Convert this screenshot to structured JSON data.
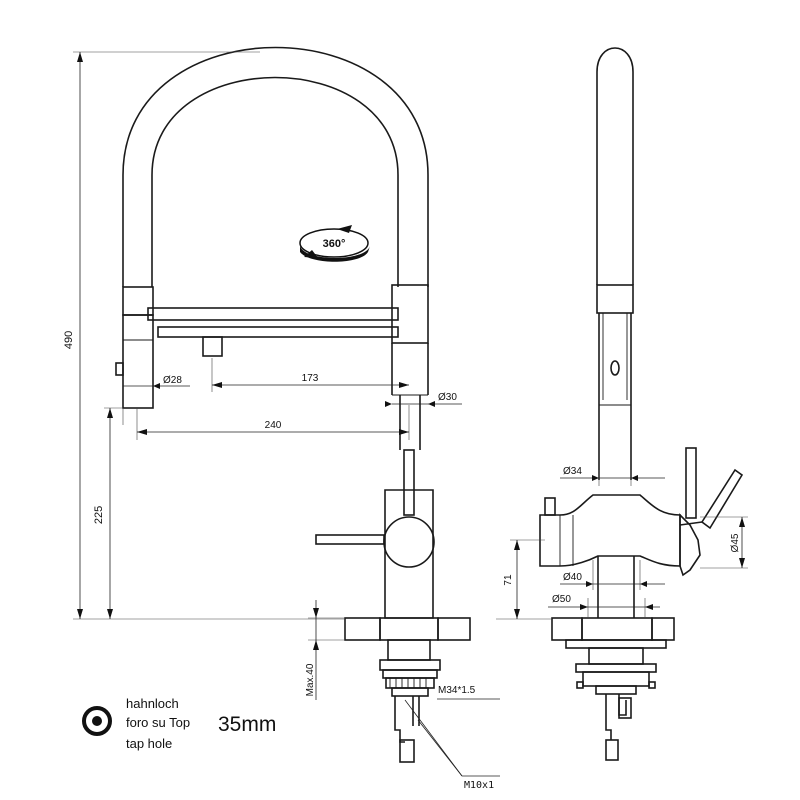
{
  "front_view": {
    "dim_height_total": "490",
    "dim_height_spout": "225",
    "dim_reach_inner": "173",
    "dim_reach_outer": "240",
    "dim_dia_spray": "Ø28",
    "dim_dia_body": "Ø30",
    "dim_max_thickness": "Max.40",
    "thread_main": "M34*1.5",
    "thread_connectors": "M10x1",
    "rotation_label": "360°"
  },
  "side_view": {
    "dim_dia_top": "Ø34",
    "dim_dia_mid": "Ø40",
    "dim_dia_base": "Ø50",
    "dim_dia_handle": "Ø45",
    "dim_height_handle": "71"
  },
  "legend": {
    "line_de": "hahnloch",
    "line_it": "foro su Top",
    "line_en": "tap hole",
    "size": "35mm"
  }
}
